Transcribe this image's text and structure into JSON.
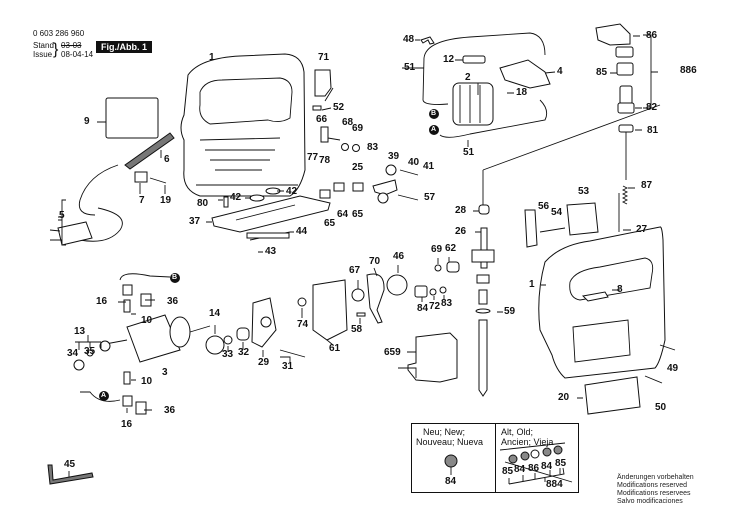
{
  "header": {
    "part_number": "0 603 286 960",
    "stand_label": "Stand",
    "issue_label": "Issue",
    "stand_value": "03-03",
    "issue_value": "08-04-14",
    "figure_label": "Fig./Abb. 1"
  },
  "connector_markers": {
    "a": "A",
    "b": "B"
  },
  "parts": {
    "p1a": "1",
    "p71": "71",
    "p52": "52",
    "p66": "66",
    "p68": "68",
    "p69a": "69",
    "p83a": "83",
    "p9": "9",
    "p6": "6",
    "p7": "7",
    "p19": "19",
    "p5": "5",
    "p77": "77",
    "p78": "78",
    "p25": "25",
    "p39": "39",
    "p40": "40",
    "p41": "41",
    "p57": "57",
    "p80": "80",
    "p42a": "42",
    "p42b": "42",
    "p37": "37",
    "p65a": "65",
    "p64": "64",
    "p65b": "65",
    "p44": "44",
    "p43": "43",
    "p48": "48",
    "p12": "12",
    "p4": "4",
    "p51a": "51",
    "p2": "2",
    "p18": "18",
    "p51b": "51",
    "p86": "86",
    "p85": "85",
    "p886": "886",
    "p82": "82",
    "p81": "81",
    "p87": "87",
    "p27": "27",
    "p28": "28",
    "p26": "26",
    "p56": "56",
    "p53": "53",
    "p54": "54",
    "p46": "46",
    "p69b": "69",
    "p62": "62",
    "p67": "67",
    "p70": "70",
    "p84": "84",
    "p72": "72",
    "p83b": "83",
    "p16a": "16",
    "p36a": "36",
    "p10a": "10",
    "p13": "13",
    "p34": "34",
    "p35": "35",
    "p3": "3",
    "p10b": "10",
    "p16b": "16",
    "p36b": "36",
    "p14": "14",
    "p33": "33",
    "p32": "32",
    "p29": "29",
    "p31": "31",
    "p74": "74",
    "p58": "58",
    "p61": "61",
    "p659": "659",
    "p59": "59",
    "p1b": "1",
    "p8": "8",
    "p49": "49",
    "p20": "20",
    "p50": "50",
    "p45": "45"
  },
  "legend": {
    "new_title_1": "Neu; New;",
    "new_title_2": "Nouveau; Nueva",
    "new_part": "84",
    "old_title_1": "Alt, Old;",
    "old_title_2": "Ancien; Vieja",
    "old_parts": [
      "85",
      "84",
      "86",
      "84",
      "85"
    ],
    "old_group": "884"
  },
  "modifications": [
    "Änderungen vorbehalten",
    "Modifications reserved",
    "Modifications reservees",
    "Salvo modificaciones"
  ]
}
